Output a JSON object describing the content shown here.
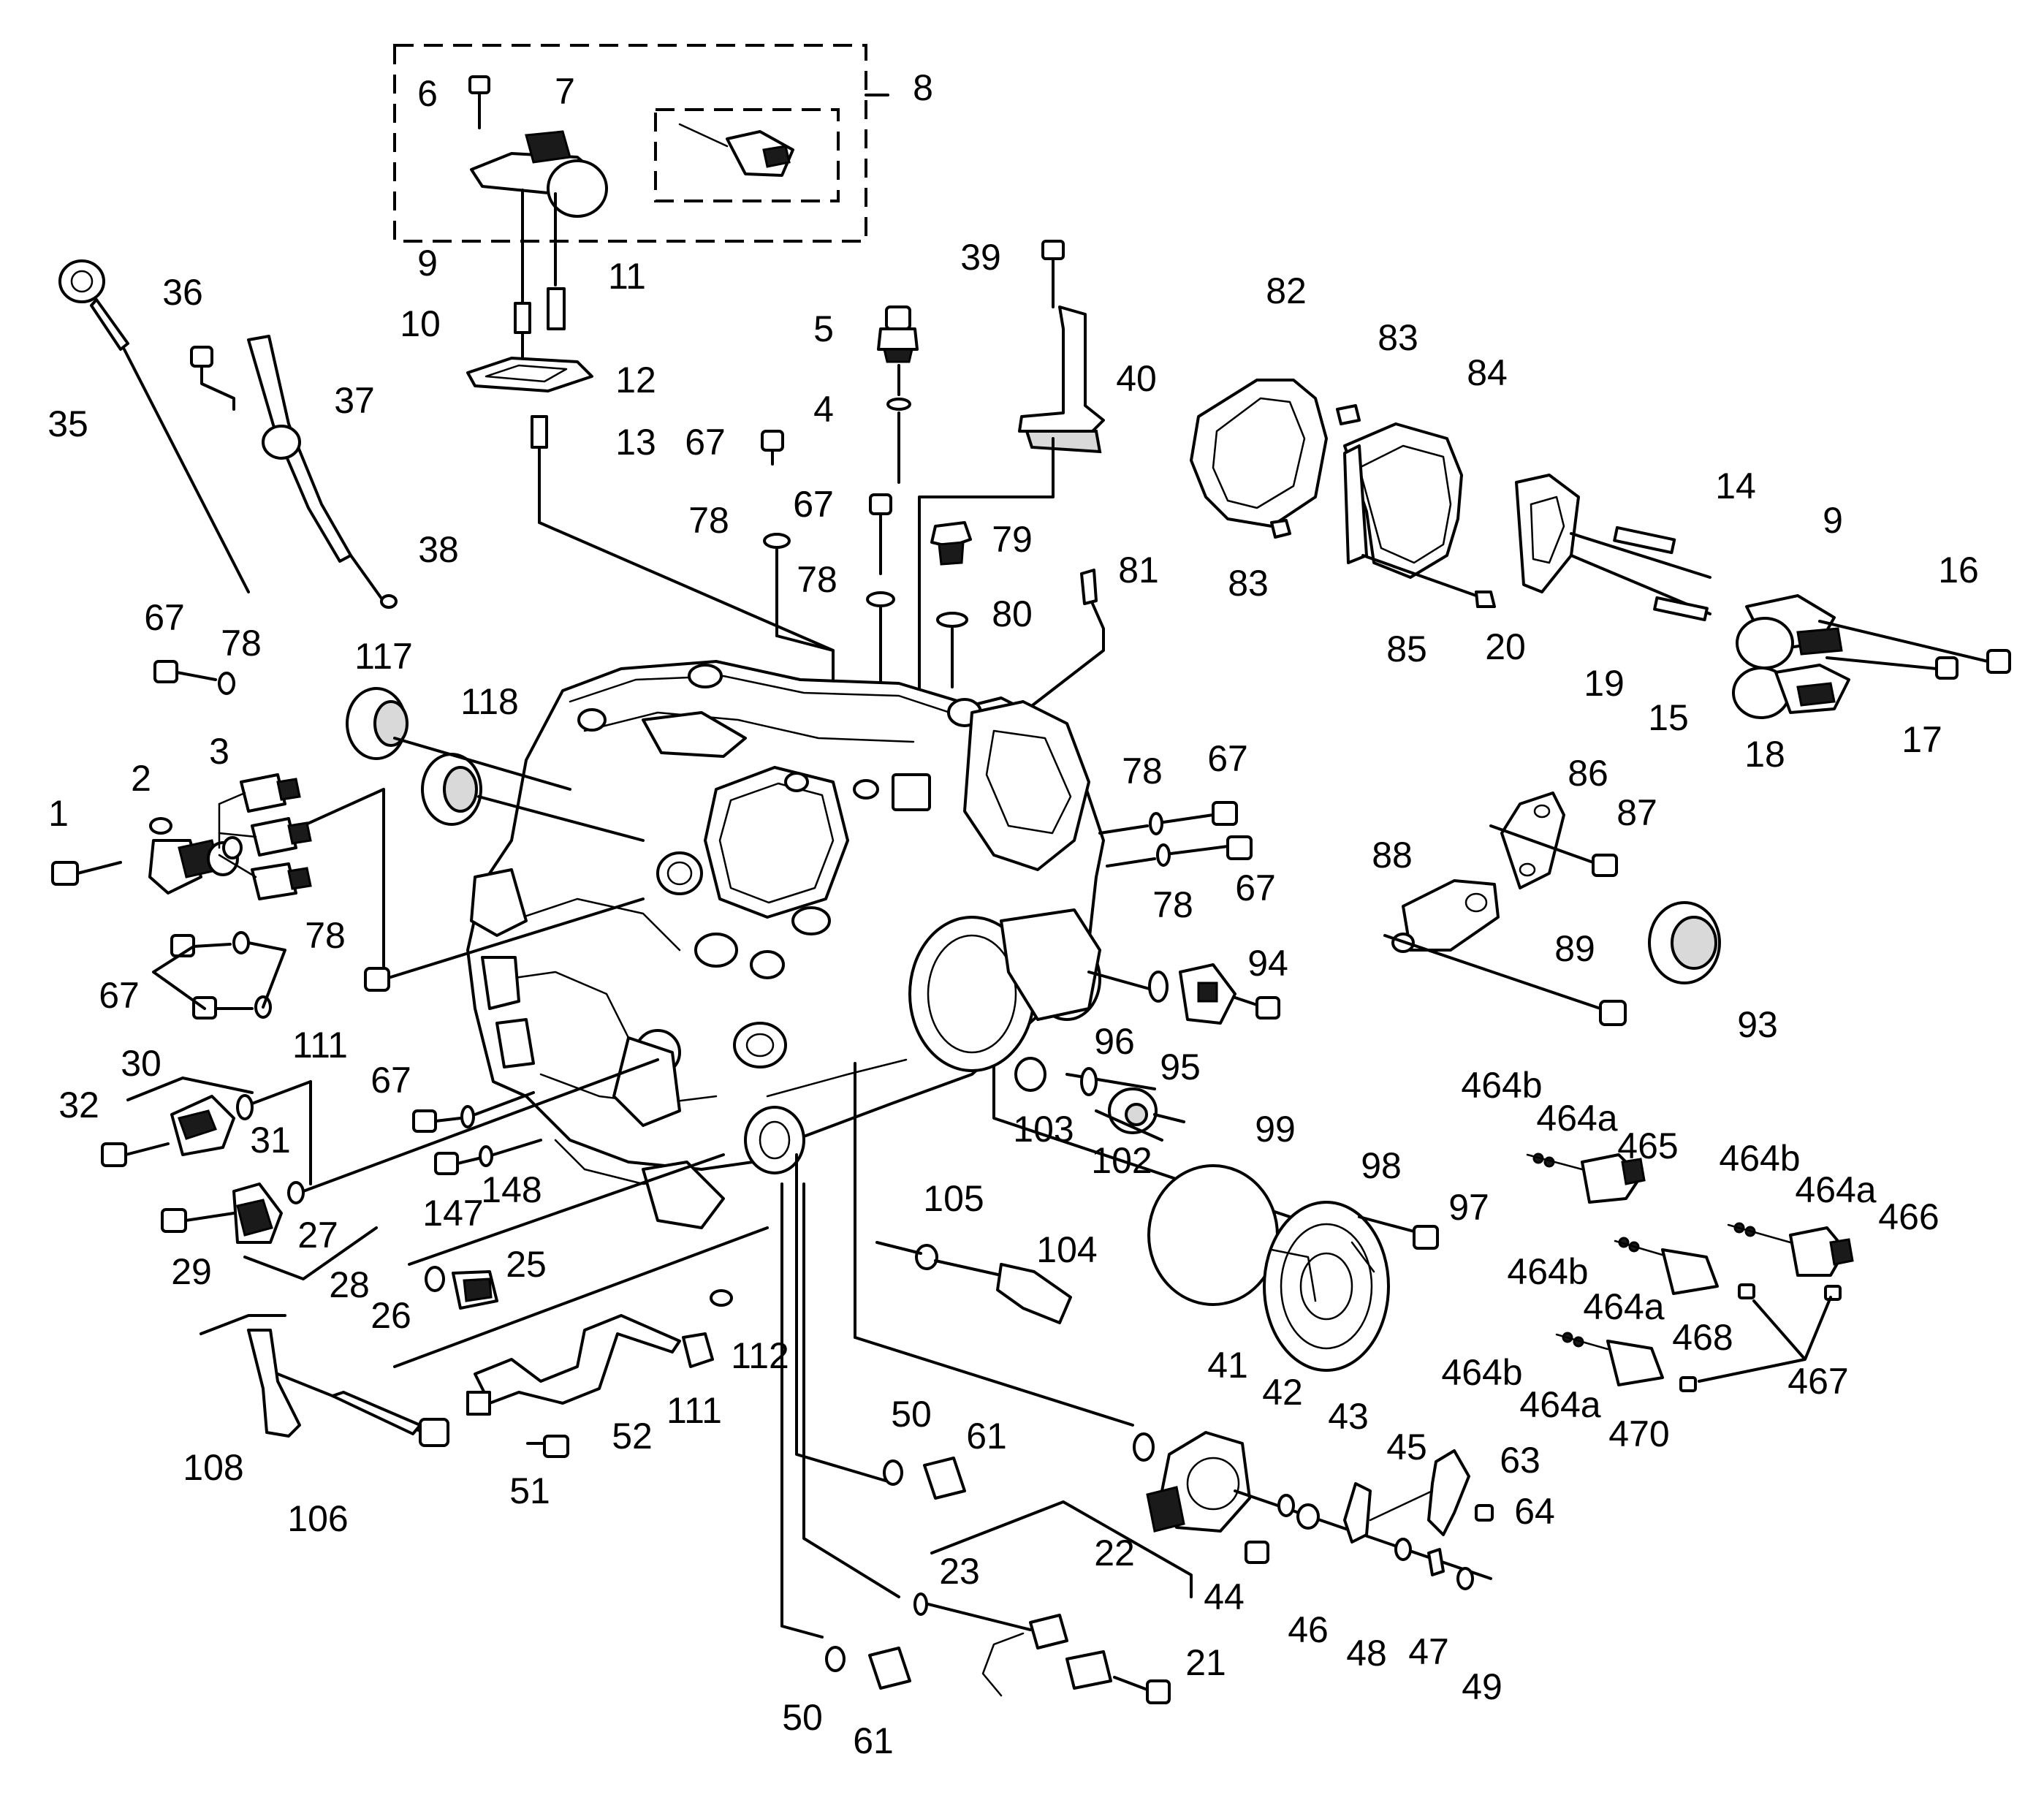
{
  "diagram": {
    "callouts": [
      "1",
      "2",
      "3",
      "4",
      "5",
      "6",
      "7",
      "8",
      "9",
      "9",
      "10",
      "11",
      "12",
      "13",
      "14",
      "15",
      "16",
      "17",
      "18",
      "19",
      "20",
      "21",
      "22",
      "23",
      "25",
      "26",
      "27",
      "28",
      "29",
      "30",
      "31",
      "32",
      "35",
      "36",
      "37",
      "38",
      "39",
      "40",
      "41",
      "42",
      "43",
      "44",
      "45",
      "46",
      "47",
      "48",
      "49",
      "50",
      "50",
      "51",
      "52",
      "61",
      "61",
      "63",
      "64",
      "67",
      "67",
      "67",
      "67",
      "67",
      "67",
      "67",
      "67",
      "78",
      "78",
      "78",
      "78",
      "78",
      "78",
      "79",
      "80",
      "81",
      "82",
      "83",
      "83",
      "84",
      "85",
      "86",
      "87",
      "88",
      "89",
      "93",
      "94",
      "95",
      "96",
      "97",
      "98",
      "99",
      "102",
      "103",
      "104",
      "105",
      "106",
      "108",
      "111",
      "111",
      "112",
      "117",
      "118",
      "147",
      "148",
      "464b",
      "464a",
      "465",
      "464b",
      "464a",
      "466",
      "464b",
      "464a",
      "468",
      "464b",
      "464a",
      "470",
      "467"
    ]
  }
}
